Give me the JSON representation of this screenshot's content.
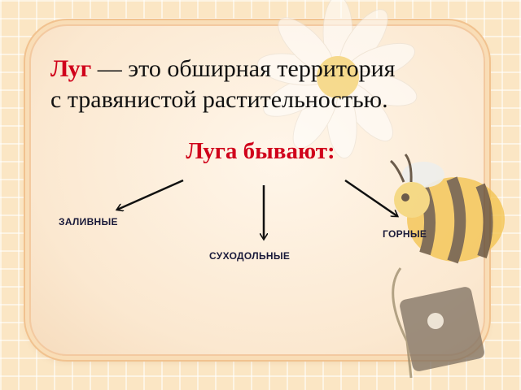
{
  "definition": {
    "term": "Луг",
    "text_line1": " — это обширная территория",
    "text_line2": "с травянистой растительностью."
  },
  "subtitle": "Луга бывают:",
  "types": {
    "floodplain": "ЗАЛИВНЫЕ",
    "dry": "СУХОДОЛЬНЫЕ",
    "mountain": "ГОРНЫЕ"
  },
  "colors": {
    "accent_red": "#d0021b",
    "background": "#fbe6c4"
  },
  "icons": [
    "daisy-flower",
    "bee"
  ]
}
